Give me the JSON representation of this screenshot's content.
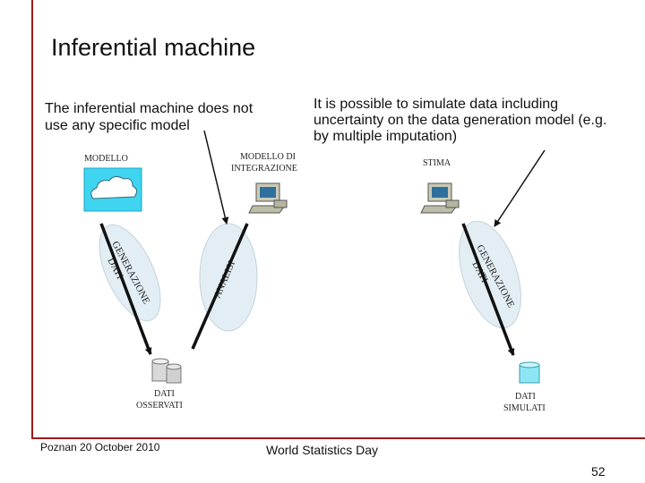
{
  "slide": {
    "title": "Inferential machine",
    "caption_left": "The inferential machine does not use any specific model",
    "caption_right": "It is possible to simulate data including uncertainty on the data generation model (e.g. by multiple imputation)",
    "footer_left": "Poznan 20 October 2010",
    "footer_center": "World Statistics Day",
    "page_number": "52"
  },
  "diagram": {
    "model_label": "MODELLO",
    "integration_label_1": "MODELLO DI",
    "integration_label_2": "INTEGRAZIONE",
    "estimate_label": "STIMA",
    "generation_label_1": "GENERAZIONE",
    "generation_label_2": "DATI",
    "analysis_label": "ANALISI",
    "observed_label_1": "DATI",
    "observed_label_2": "OSSERVATI",
    "simulated_label_1": "DATI",
    "simulated_label_2": "SIMULATI"
  },
  "colors": {
    "accent_rule": "#9b1b1b",
    "cloud_box": "#3fd4f0",
    "ellipse_fill": "#e2eef4",
    "database": "#8ee6f5"
  }
}
